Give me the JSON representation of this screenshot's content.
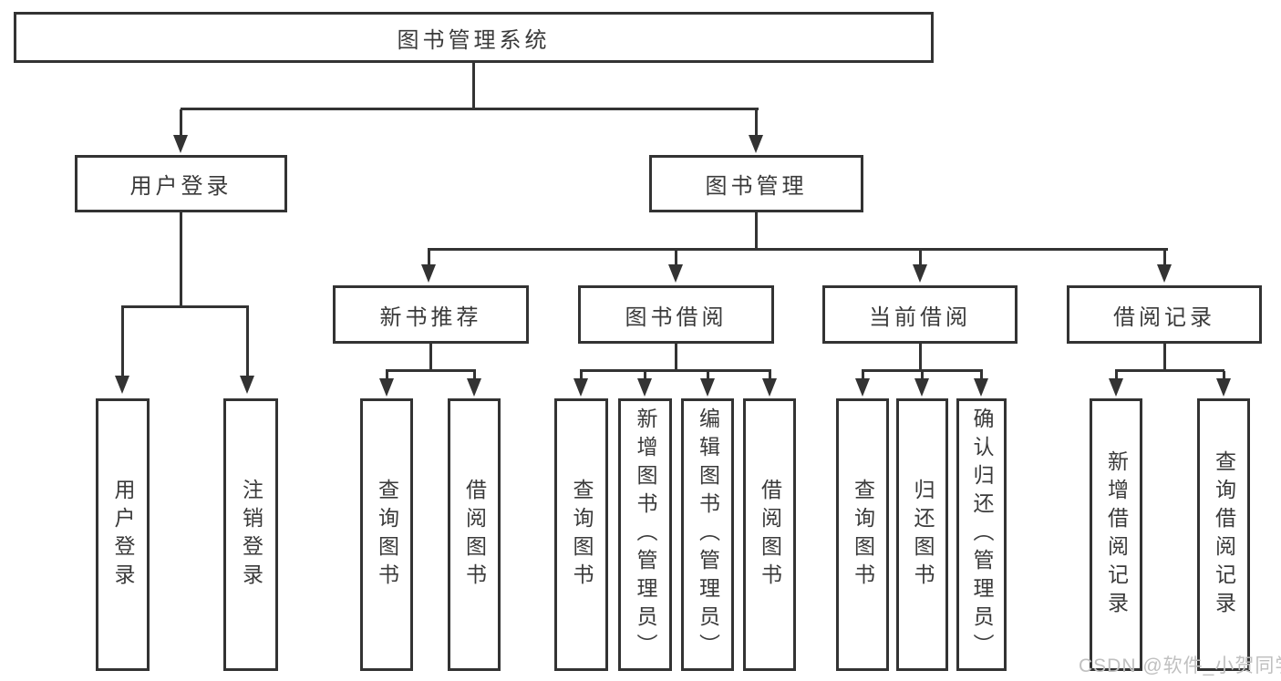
{
  "tree": {
    "root": "图书管理系统",
    "branches": [
      {
        "label": "用户登录",
        "children": [
          "用户登录",
          "注销登录"
        ]
      },
      {
        "label": "图书管理",
        "children": [
          {
            "label": "新书推荐",
            "children": [
              "查询图书",
              "借阅图书"
            ]
          },
          {
            "label": "图书借阅",
            "children": [
              "查询图书",
              "新增图书（管理员）",
              "编辑图书（管理员）",
              "借阅图书"
            ]
          },
          {
            "label": "当前借阅",
            "children": [
              "查询图书",
              "归还图书",
              "确认归还（管理员）"
            ]
          },
          {
            "label": "借阅记录",
            "children": [
              "新增借阅记录",
              "查询借阅记录"
            ]
          }
        ]
      }
    ]
  },
  "watermark": "CSDN @软件_小贺同学",
  "colors": {
    "line": "#333333",
    "text": "#3a3a3a",
    "box_background": "#ffffff",
    "page_background": "#ffffff",
    "watermark": "#c0c0c0"
  }
}
